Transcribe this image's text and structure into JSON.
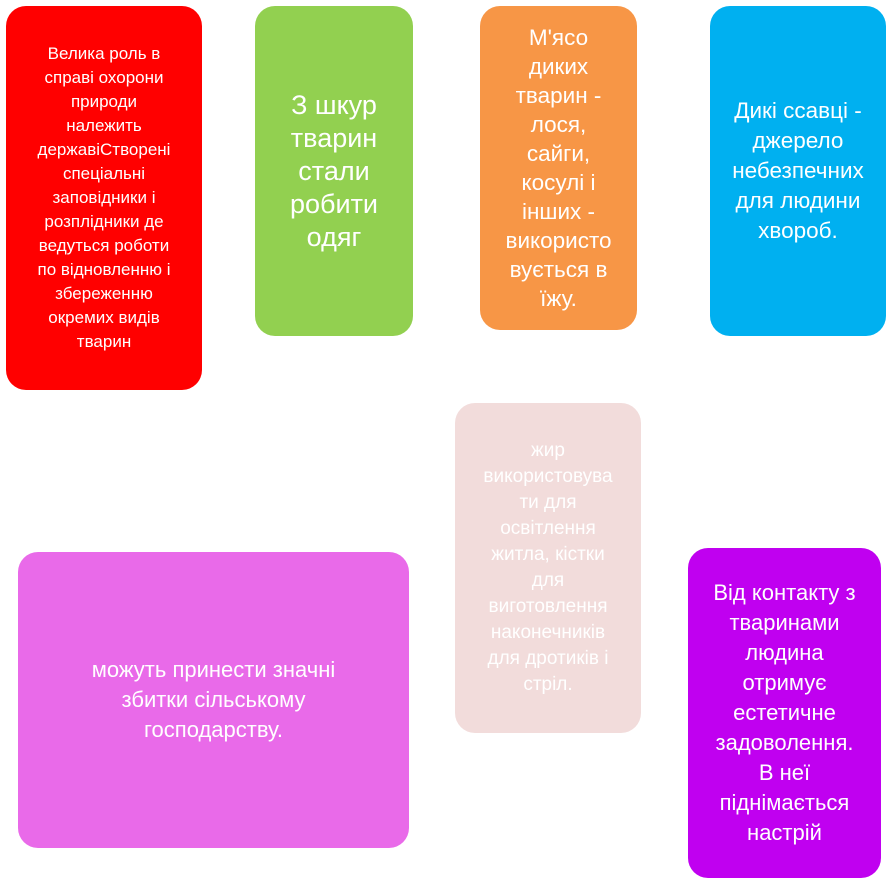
{
  "colors": {
    "red": "#ff0000",
    "green": "#92d050",
    "orange": "#f79646",
    "blue": "#00b0f0",
    "pale_pink": "#f2dcdb",
    "pink": "#e96ae9",
    "purple": "#c000f0"
  },
  "cards": [
    {
      "text": "Велика роль в\nсправі охорони\nприроди\nналежить\nдержавіСтворені\nспеціальні\nзаповідники і\nрозплідники де\nведуться роботи\nпо відновленню і\nзбереженню\nокремих видів\nтварин"
    },
    {
      "text": "З шкур\nтварин\nстали\nробити\nодяг"
    },
    {
      "text": "М'ясо\nдиких\nтварин -\nлося,\nсайги,\nкосулі і\nінших -\nвикористо\nвується в\nїжу."
    },
    {
      "text": "Дикі ссавці -\nджерело\nнебезпечних\nдля людини\nхвороб."
    },
    {
      "text": "жир\nвикористовува\nти для\nосвітлення\nжитла, кістки\nдля\nвиготовлення\nнаконечників\nдля дротиків і\nстріл."
    },
    {
      "text": "можуть принести значні\nзбитки сільському\nгосподарству."
    },
    {
      "text": "Від контакту з\nтваринами\nлюдина\nотримує\nестетичне\nзадоволення.\nВ неї\nпіднімається\nнастрій"
    }
  ]
}
